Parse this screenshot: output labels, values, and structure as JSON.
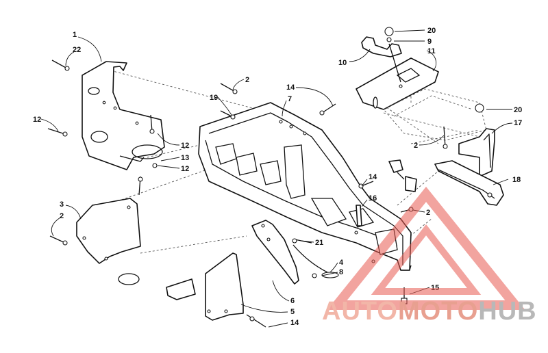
{
  "diagram": {
    "callouts": [
      {
        "id": "c1",
        "label": "1"
      },
      {
        "id": "c22",
        "label": "22"
      },
      {
        "id": "c12a",
        "label": "12"
      },
      {
        "id": "c12b",
        "label": "12"
      },
      {
        "id": "c13",
        "label": "13"
      },
      {
        "id": "c12c",
        "label": "12"
      },
      {
        "id": "c2a",
        "label": "2"
      },
      {
        "id": "c19",
        "label": "19"
      },
      {
        "id": "c7",
        "label": "7"
      },
      {
        "id": "c14a",
        "label": "14"
      },
      {
        "id": "c20a",
        "label": "20"
      },
      {
        "id": "c9",
        "label": "9"
      },
      {
        "id": "c10",
        "label": "10"
      },
      {
        "id": "c11",
        "label": "11"
      },
      {
        "id": "c20b",
        "label": "20"
      },
      {
        "id": "c17",
        "label": "17"
      },
      {
        "id": "c2b",
        "label": "2"
      },
      {
        "id": "c18",
        "label": "18"
      },
      {
        "id": "c14b",
        "label": "14"
      },
      {
        "id": "c16",
        "label": "16"
      },
      {
        "id": "c3",
        "label": "3"
      },
      {
        "id": "c2c",
        "label": "2"
      },
      {
        "id": "c2d",
        "label": "2"
      },
      {
        "id": "c21",
        "label": "21"
      },
      {
        "id": "c4",
        "label": "4"
      },
      {
        "id": "c8",
        "label": "8"
      },
      {
        "id": "c15",
        "label": "15"
      },
      {
        "id": "c6",
        "label": "6"
      },
      {
        "id": "c5",
        "label": "5"
      },
      {
        "id": "c14c",
        "label": "14"
      }
    ]
  },
  "watermark": {
    "part1": "AUTO",
    "part2": "MOTO",
    "part3": "HUB",
    "color_light": "#f2b6a8",
    "color_mid": "#e8a090",
    "color_gray": "#b8b8b8",
    "triangle_color": "#e85a50"
  }
}
